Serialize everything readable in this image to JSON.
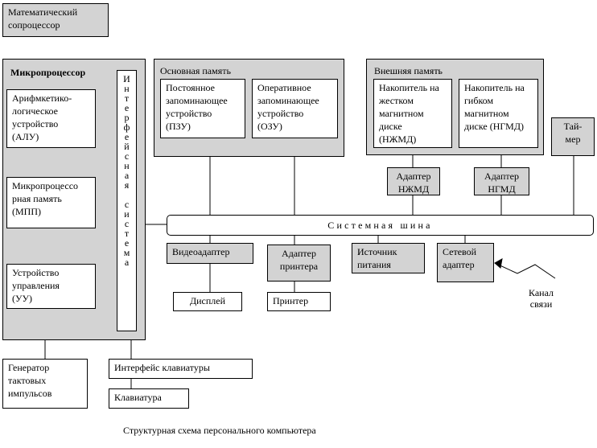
{
  "coprocessor": "Математический\nсопроцессор",
  "microprocessor": {
    "title": "Микропроцессор",
    "alu": "Арифмкетико-\nлогическое\nустройство\n(АЛУ)",
    "mpp": "Микропроцессо\nрная память\n(МПП)",
    "cu": "Устройство\nуправления\n(УУ)",
    "interface_system": "И\nн\nт\nе\nр\nф\nе\nй\nс\nн\nа\nя\n\nс\nи\nс\nт\nе\nм\nа"
  },
  "main_memory": {
    "title": "Основная память",
    "rom": "Постоянное\nзапоминающее\nустройство\n(ПЗУ)",
    "ram": "Оперативное\nзапоминающее\nустройство\n(ОЗУ)"
  },
  "external_memory": {
    "title": "Внешняя память",
    "hdd": "Накопитель на\nжестком\nмагнитном\nдиске\n(НЖМД)",
    "fdd": "Накопитель на\nгибком\nмагнитном\nдиске (НГМД)"
  },
  "timer": "Тай-\nмер",
  "hdd_adapter": "Адаптер\nНЖМД",
  "fdd_adapter": "Адаптер\nНГМД",
  "system_bus": "Системная шина",
  "video_adapter": "Видеоадаптер",
  "display": "Дисплей",
  "printer_adapter": "Адаптер\nпринтера",
  "printer": "Принтер",
  "power_supply": "Источник\nпитания",
  "network_adapter": "Сетевой\nадаптер",
  "comm_channel": "Канал\nсвязи",
  "clock_generator": "Генератор\nтактовых\nимпульсов",
  "keyboard_interface": "Интерфейс клавиатуры",
  "keyboard": "Клавиатура",
  "caption": "Структурная схема персонального компьютера"
}
